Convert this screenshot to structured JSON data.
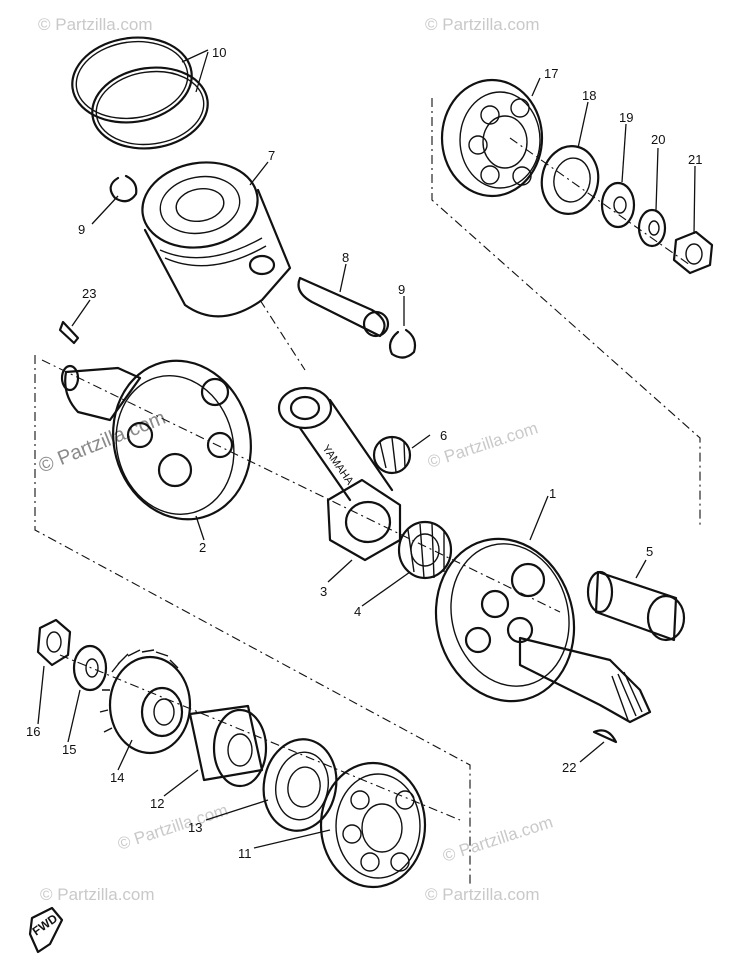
{
  "watermarks": {
    "text": "© Partzilla.com",
    "main_text": "© Partzilla.com"
  },
  "labels": {
    "p1": "1",
    "p2": "2",
    "p3": "3",
    "p4": "4",
    "p5": "5",
    "p6": "6",
    "p7": "7",
    "p8": "8",
    "p9a": "9",
    "p9b": "9",
    "p10": "10",
    "p11": "11",
    "p12": "12",
    "p13": "13",
    "p14": "14",
    "p15": "15",
    "p16": "16",
    "p17": "17",
    "p18": "18",
    "p19": "19",
    "p20": "20",
    "p21": "21",
    "p22": "22",
    "p23": "23"
  },
  "rod_marking": "YAMAHA",
  "direction_marker": "FWD"
}
